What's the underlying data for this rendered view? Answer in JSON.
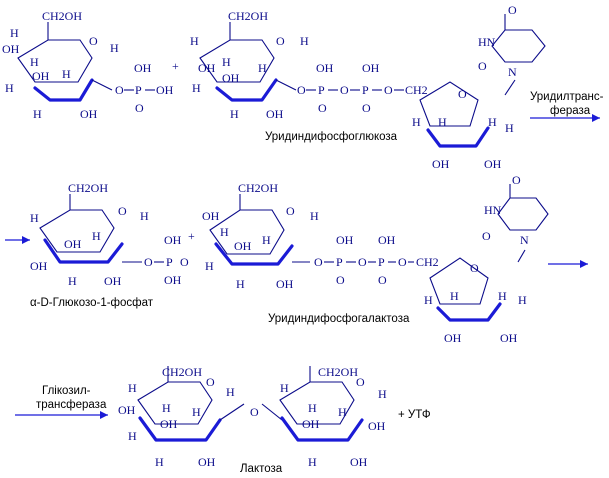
{
  "diagram": {
    "text": {
      "ch2oh": "CH2OH",
      "oh": "OH",
      "h": "H",
      "o": "O",
      "p": "P",
      "nh": "HN",
      "n": "N",
      "ch2": "CH2",
      "plus": "+"
    },
    "labels": {
      "udp_glucose": "Уридиндифосфоглюкоза",
      "enzyme1_line1": "Уридилтранс-",
      "enzyme1_line2": "фераза",
      "alpha_glucose_1p": "α-D-Глюкозо-1-фосфат",
      "udp_galactose": "Уридиндифосфогалактоза",
      "enzyme2_line1": "Глікозил-",
      "enzyme2_line2": "трансфераза",
      "lactose": "Лактоза",
      "product_utp": "+ УТФ"
    }
  }
}
